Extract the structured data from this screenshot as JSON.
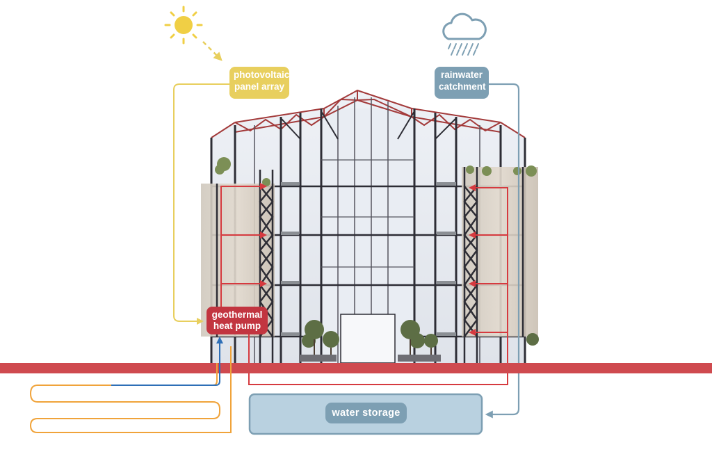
{
  "labels": {
    "pv": [
      "photovoltaic",
      "panel array"
    ],
    "rain": [
      "rainwater",
      "catchment"
    ],
    "geo": [
      "geothermal",
      "heat pump"
    ],
    "storage": "water storage"
  },
  "icons": {
    "sun": "sun-icon",
    "rain": "rain-cloud-icon"
  },
  "colors": {
    "solar": "#e8cf5e",
    "water": "#7d9fb3",
    "heat": "#c23540",
    "ground": "#cf4a4f",
    "storage_fill": "#b9d1e0",
    "loop_warm": "#f0a33a",
    "loop_cool": "#2e6fb7"
  }
}
